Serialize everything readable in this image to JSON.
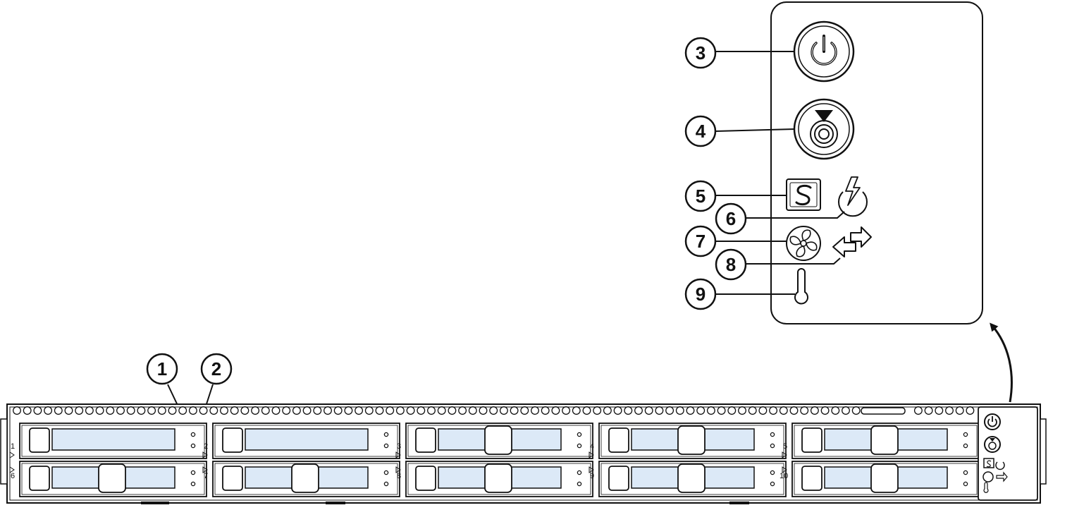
{
  "callouts": [
    {
      "label": "1"
    },
    {
      "label": "2"
    },
    {
      "label": "3"
    },
    {
      "label": "4"
    },
    {
      "label": "5"
    },
    {
      "label": "6"
    },
    {
      "label": "7"
    },
    {
      "label": "8"
    },
    {
      "label": "9"
    }
  ],
  "front_panel": {
    "power_icon": "power-icon",
    "unit_id_icon": "unit-id-icon",
    "status_icon": "system-status-icon",
    "psu_icon": "power-supply-status-icon",
    "fan_icon": "fan-status-icon",
    "network_icon": "network-link-icon",
    "temp_icon": "temperature-status-icon"
  },
  "drive_bay_numbers": {
    "top": [
      "1",
      "2",
      "3",
      "4",
      "5"
    ],
    "bottom": [
      "6",
      "7",
      "8",
      "9",
      "10"
    ]
  },
  "colors": {
    "drive_window": "#dce9f7",
    "line": "#111111"
  }
}
